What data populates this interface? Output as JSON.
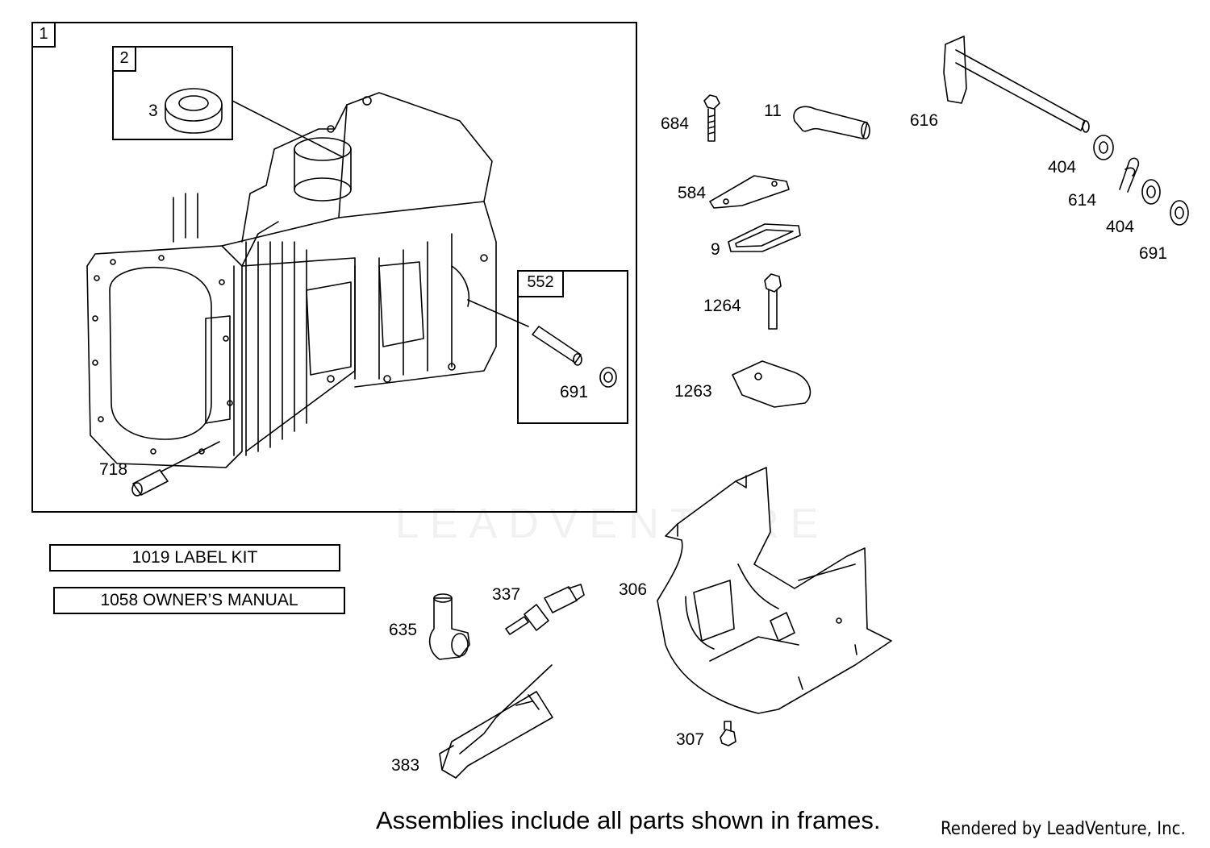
{
  "frames": {
    "assembly_1": "1",
    "assembly_2": "2",
    "assembly_552": "552"
  },
  "callouts": {
    "p3": "3",
    "p718": "718",
    "p691_inner": "691",
    "p684": "684",
    "p11": "11",
    "p616": "616",
    "p584": "584",
    "p9": "9",
    "p1264": "1264",
    "p1263": "1263",
    "p404_a": "404",
    "p614": "614",
    "p404_b": "404",
    "p691_outer": "691",
    "p337": "337",
    "p306": "306",
    "p635": "635",
    "p307": "307",
    "p383": "383"
  },
  "kits": {
    "label_kit": "1019 LABEL KIT",
    "owners_manual": "1058 OWNER’S MANUAL"
  },
  "footer": {
    "note": "Assemblies include all parts shown in frames.",
    "credit": "Rendered by LeadVenture, Inc."
  },
  "watermark": "LEADVENTURE",
  "colors": {
    "line": "#000000",
    "background": "#ffffff",
    "watermark": "#f1f1f1"
  }
}
